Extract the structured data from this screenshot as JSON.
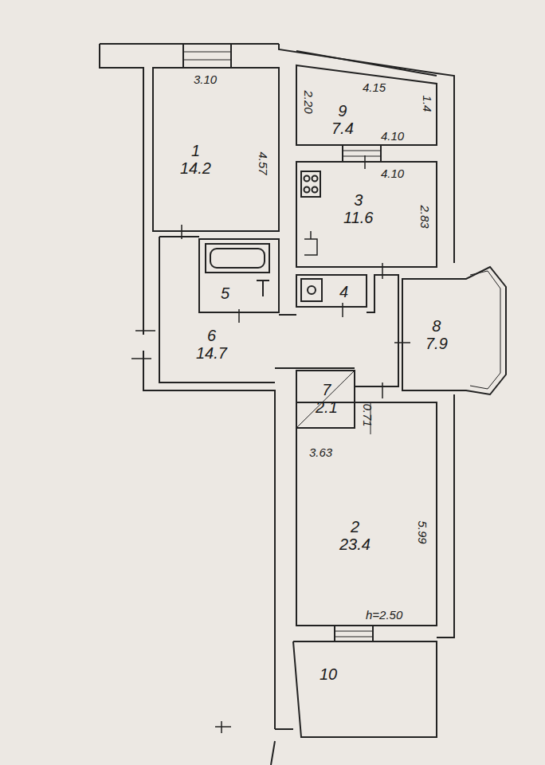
{
  "diagram": {
    "nodes": [
      {
        "text": [
          "1",
          "14.2"
        ]
      },
      {
        "text": [
          "9",
          "7.4"
        ]
      },
      {
        "text": [
          "3",
          "11.6"
        ]
      },
      {
        "text": [
          "5"
        ]
      },
      {
        "text": [
          "4"
        ]
      },
      {
        "text": [
          "6",
          "14.7"
        ]
      },
      {
        "text": [
          "8",
          "7.9"
        ]
      },
      {
        "text": [
          "7",
          "2.1"
        ]
      },
      {
        "text": [
          "2",
          "23.4"
        ]
      },
      {
        "text": [
          "10"
        ]
      }
    ],
    "labels": [
      "3.10",
      "4.57",
      "4.15",
      "2.20",
      "1.4",
      "4.10",
      "4.10",
      "2.83",
      "3.63",
      "0.71",
      "5.99",
      "h=2.50"
    ]
  }
}
